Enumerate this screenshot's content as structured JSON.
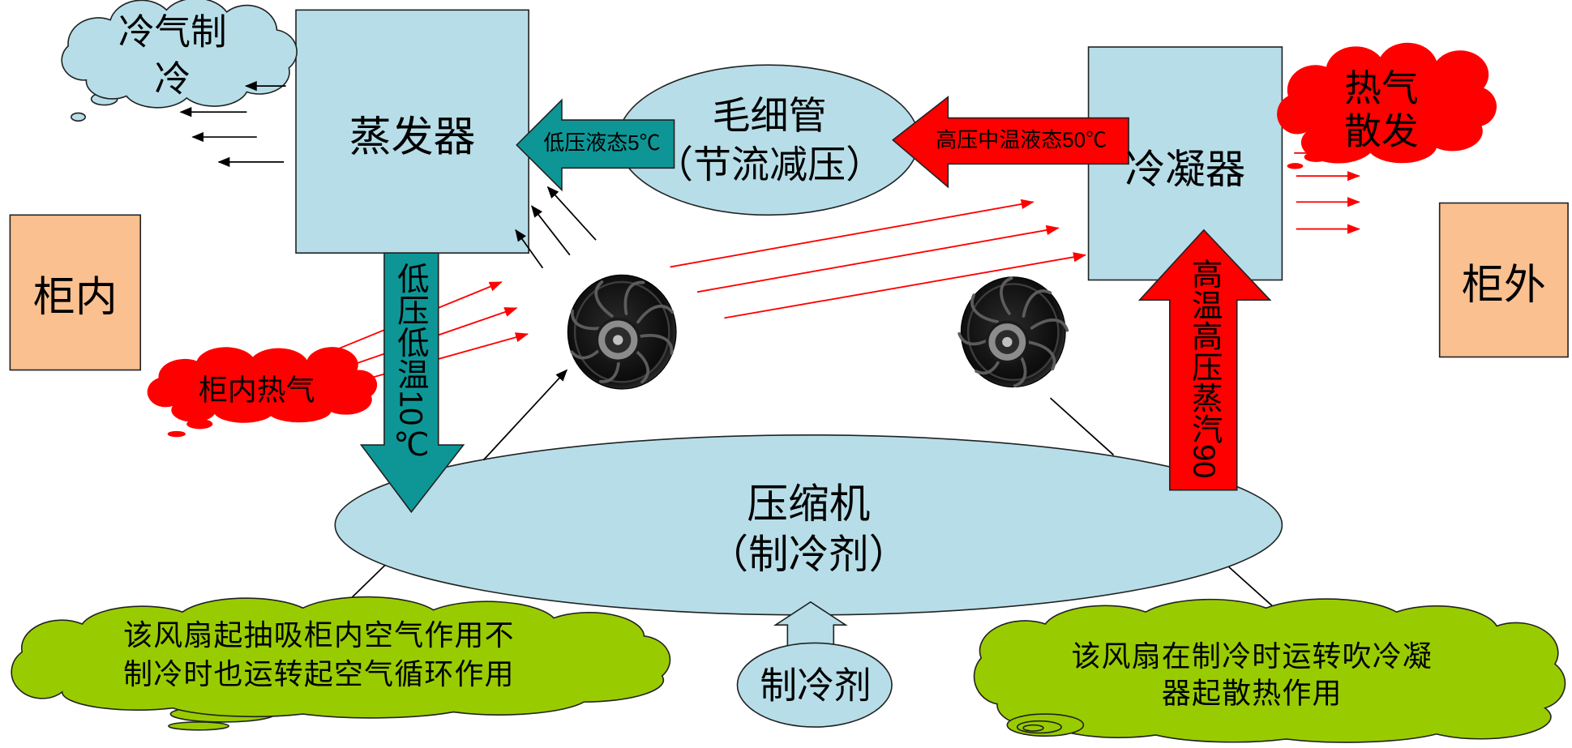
{
  "colors": {
    "component_fill": "#b7dee8",
    "cabinet_fill": "#fac090",
    "low_pressure_arrow": "#0e9696",
    "high_pressure_arrow": "#ff0000",
    "hot_air": "#ff0000",
    "cold_air_cloud": "#b7dee8",
    "note_cloud": "#99cc00",
    "fan_body": "#111111"
  },
  "icons": {
    "left_fan": "fan-icon",
    "right_fan": "fan-icon"
  },
  "cabinet_inside": {
    "label": "柜内"
  },
  "cabinet_outside": {
    "label": "柜外"
  },
  "evaporator": {
    "label": "蒸发器"
  },
  "condenser": {
    "label": "冷凝器"
  },
  "capillary": {
    "line1": "毛细管",
    "line2": "（节流减压）"
  },
  "compressor": {
    "line1": "压缩机",
    "line2": "（制冷剂）"
  },
  "refrigerant_input": {
    "label": "制冷剂"
  },
  "flows": {
    "low_pressure_liquid": "低压液态5℃",
    "high_pressure_liquid": "高压中温液态50℃",
    "low_pressure_gas": "低压低温10℃",
    "high_pressure_vapor": "高温高压蒸汽90"
  },
  "callouts": {
    "cold_air": [
      "冷气制",
      "冷"
    ],
    "cabinet_hot_air": "柜内热气",
    "heat_dissipation": [
      "热气",
      "散发"
    ],
    "left_fan_note": [
      "该风扇起抽吸柜内空气作用不",
      "制冷时也运转起空气循环作用"
    ],
    "right_fan_note": [
      "该风扇在制冷时运转吹冷凝",
      "器起散热作用"
    ]
  }
}
